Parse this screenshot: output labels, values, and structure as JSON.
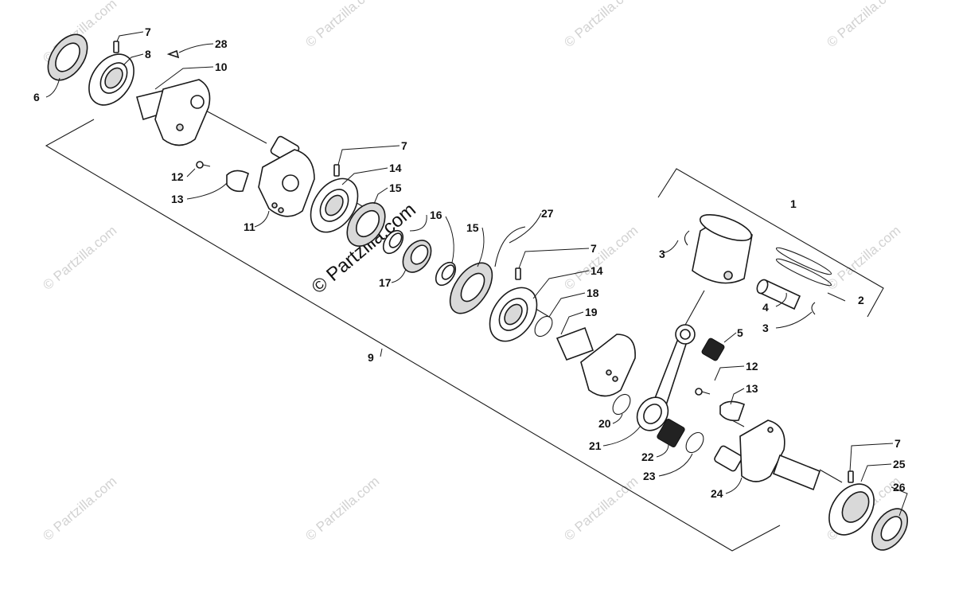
{
  "watermark": {
    "small": "© Partzilla.com",
    "main": "© Partzilla.com"
  },
  "callouts": {
    "c1": "1",
    "c2": "2",
    "c3a": "3",
    "c3b": "3",
    "c4": "4",
    "c5": "5",
    "c6": "6",
    "c7a": "7",
    "c7b": "7",
    "c7c": "7",
    "c7d": "7",
    "c8": "8",
    "c9": "9",
    "c10": "10",
    "c11": "11",
    "c12a": "12",
    "c12b": "12",
    "c13a": "13",
    "c13b": "13",
    "c14a": "14",
    "c14b": "14",
    "c15a": "15",
    "c15b": "15",
    "c16": "16",
    "c17": "17",
    "c18": "18",
    "c19": "19",
    "c20": "20",
    "c21": "21",
    "c22": "22",
    "c23": "23",
    "c24": "24",
    "c25": "25",
    "c26": "26",
    "c27": "27",
    "c28": "28"
  }
}
